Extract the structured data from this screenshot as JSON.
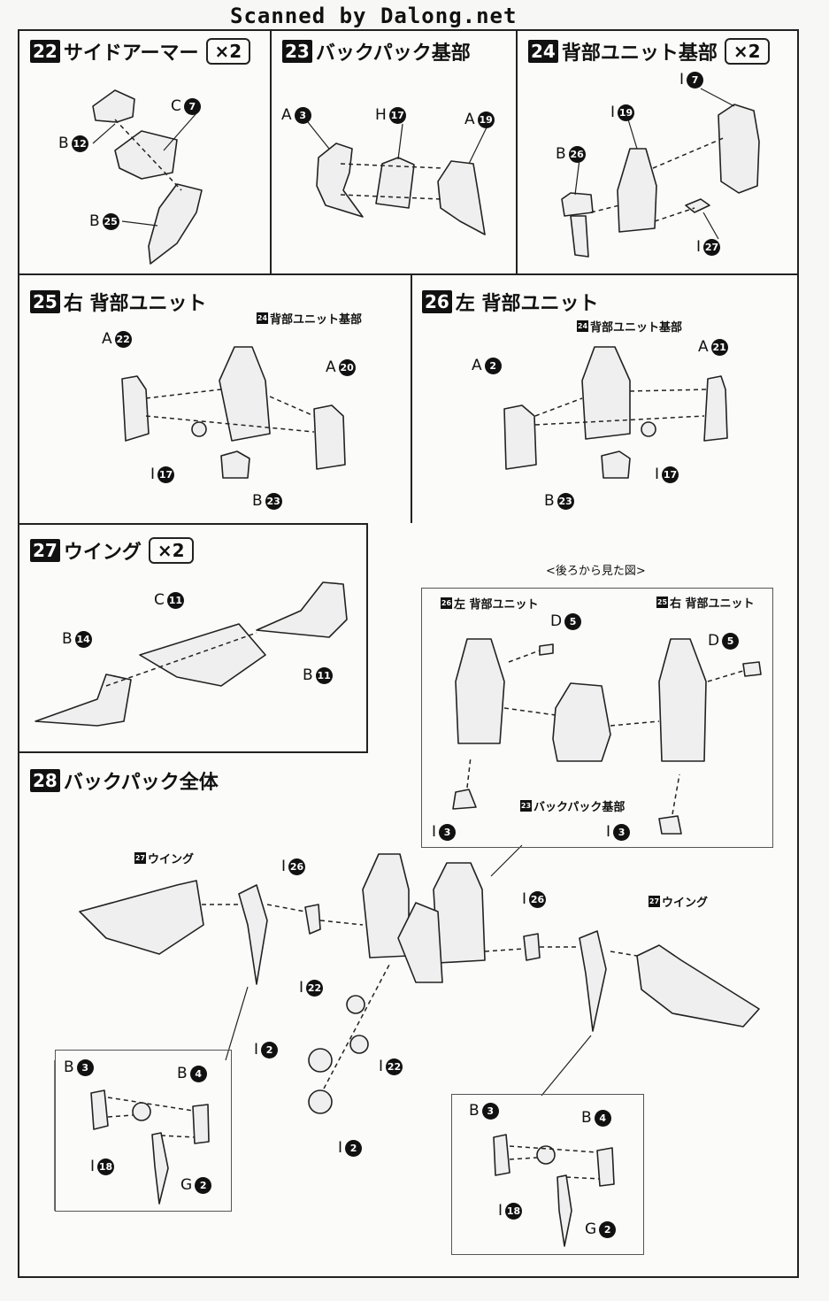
{
  "watermark": "Scanned by Dalong.net",
  "steps": {
    "s22": {
      "num": "22",
      "title": "サイドアーマー",
      "qty": "×2",
      "labels": [
        {
          "letter": "C",
          "n": "7"
        },
        {
          "letter": "B",
          "n": "12"
        },
        {
          "letter": "B",
          "n": "25"
        }
      ]
    },
    "s23": {
      "num": "23",
      "title": "バックパック基部",
      "labels": [
        {
          "letter": "A",
          "n": "3"
        },
        {
          "letter": "H",
          "n": "17"
        },
        {
          "letter": "A",
          "n": "19"
        }
      ]
    },
    "s24": {
      "num": "24",
      "title": "背部ユニット基部",
      "qty": "×2",
      "labels": [
        {
          "letter": "I",
          "n": "7"
        },
        {
          "letter": "I",
          "n": "19"
        },
        {
          "letter": "B",
          "n": "26"
        },
        {
          "letter": "I",
          "n": "27"
        }
      ]
    },
    "s25": {
      "num": "25",
      "title": "右 背部ユニット",
      "ref": {
        "n": "24",
        "text": "背部ユニット基部"
      },
      "labels": [
        {
          "letter": "A",
          "n": "22"
        },
        {
          "letter": "A",
          "n": "20"
        },
        {
          "letter": "I",
          "n": "17"
        },
        {
          "letter": "B",
          "n": "23"
        }
      ]
    },
    "s26": {
      "num": "26",
      "title": "左 背部ユニット",
      "ref": {
        "n": "24",
        "text": "背部ユニット基部"
      },
      "labels": [
        {
          "letter": "A",
          "n": "2"
        },
        {
          "letter": "A",
          "n": "21"
        },
        {
          "letter": "I",
          "n": "17"
        },
        {
          "letter": "B",
          "n": "23"
        }
      ]
    },
    "s27": {
      "num": "27",
      "title": "ウイング",
      "qty": "×2",
      "labels": [
        {
          "letter": "C",
          "n": "11"
        },
        {
          "letter": "B",
          "n": "14"
        },
        {
          "letter": "B",
          "n": "11"
        }
      ]
    },
    "s28": {
      "num": "28",
      "title": "バックパック全体",
      "rear_view_caption": "<後ろから見た図>",
      "refs": {
        "left_unit": {
          "n": "26",
          "text": "左 背部ユニット"
        },
        "right_unit": {
          "n": "25",
          "text": "右 背部ユニット"
        },
        "base": {
          "n": "23",
          "text": "バックパック基部"
        },
        "wing_left": {
          "n": "27",
          "text": "ウイング"
        },
        "wing_right": {
          "n": "27",
          "text": "ウイング"
        }
      },
      "labels": {
        "rear_d5_left": {
          "letter": "D",
          "n": "5"
        },
        "rear_d5_right": {
          "letter": "D",
          "n": "5"
        },
        "rear_i3_left": {
          "letter": "I",
          "n": "3"
        },
        "rear_i3_right": {
          "letter": "I",
          "n": "3"
        },
        "i26_left": {
          "letter": "I",
          "n": "26"
        },
        "i26_right": {
          "letter": "I",
          "n": "26"
        },
        "i22_a": {
          "letter": "I",
          "n": "22"
        },
        "i22_b": {
          "letter": "I",
          "n": "22"
        },
        "i2_a": {
          "letter": "I",
          "n": "2"
        },
        "i2_b": {
          "letter": "I",
          "n": "2"
        },
        "sub_left": [
          {
            "letter": "B",
            "n": "3"
          },
          {
            "letter": "B",
            "n": "4"
          },
          {
            "letter": "I",
            "n": "18"
          },
          {
            "letter": "G",
            "n": "2"
          }
        ],
        "sub_right": [
          {
            "letter": "B",
            "n": "3"
          },
          {
            "letter": "B",
            "n": "4"
          },
          {
            "letter": "I",
            "n": "18"
          },
          {
            "letter": "G",
            "n": "2"
          }
        ]
      }
    }
  }
}
